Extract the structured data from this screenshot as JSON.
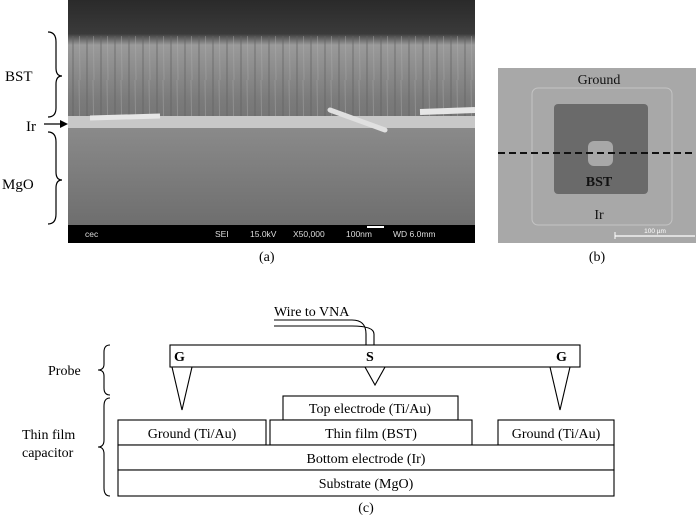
{
  "panel_a": {
    "labels": {
      "bst": "BST",
      "ir": "Ir",
      "mgo": "MgO"
    },
    "infobar": {
      "org": "cec",
      "mode": "SEI",
      "voltage": "15.0kV",
      "magnification": "X50,000",
      "scale": "100nm",
      "wd": "WD 6.0mm"
    },
    "caption": "(a)"
  },
  "panel_b": {
    "labels": {
      "ground": "Ground",
      "bst": "BST",
      "ir": "Ir"
    },
    "scale": "100 µm",
    "caption": "(b)"
  },
  "panel_c": {
    "wire_label": "Wire to VNA",
    "probe_label": "Probe",
    "capacitor_label_1": "Thin film",
    "capacitor_label_2": "capacitor",
    "probe_pins": {
      "g_left": "G",
      "s": "S",
      "g_right": "G"
    },
    "layers": {
      "top_electrode": "Top electrode (Ti/Au)",
      "thin_film": "Thin film (BST)",
      "ground_left": "Ground (Ti/Au)",
      "ground_right": "Ground (Ti/Au)",
      "bottom_electrode": "Bottom electrode (Ir)",
      "substrate": "Substrate (MgO)"
    },
    "caption": "(c)"
  }
}
